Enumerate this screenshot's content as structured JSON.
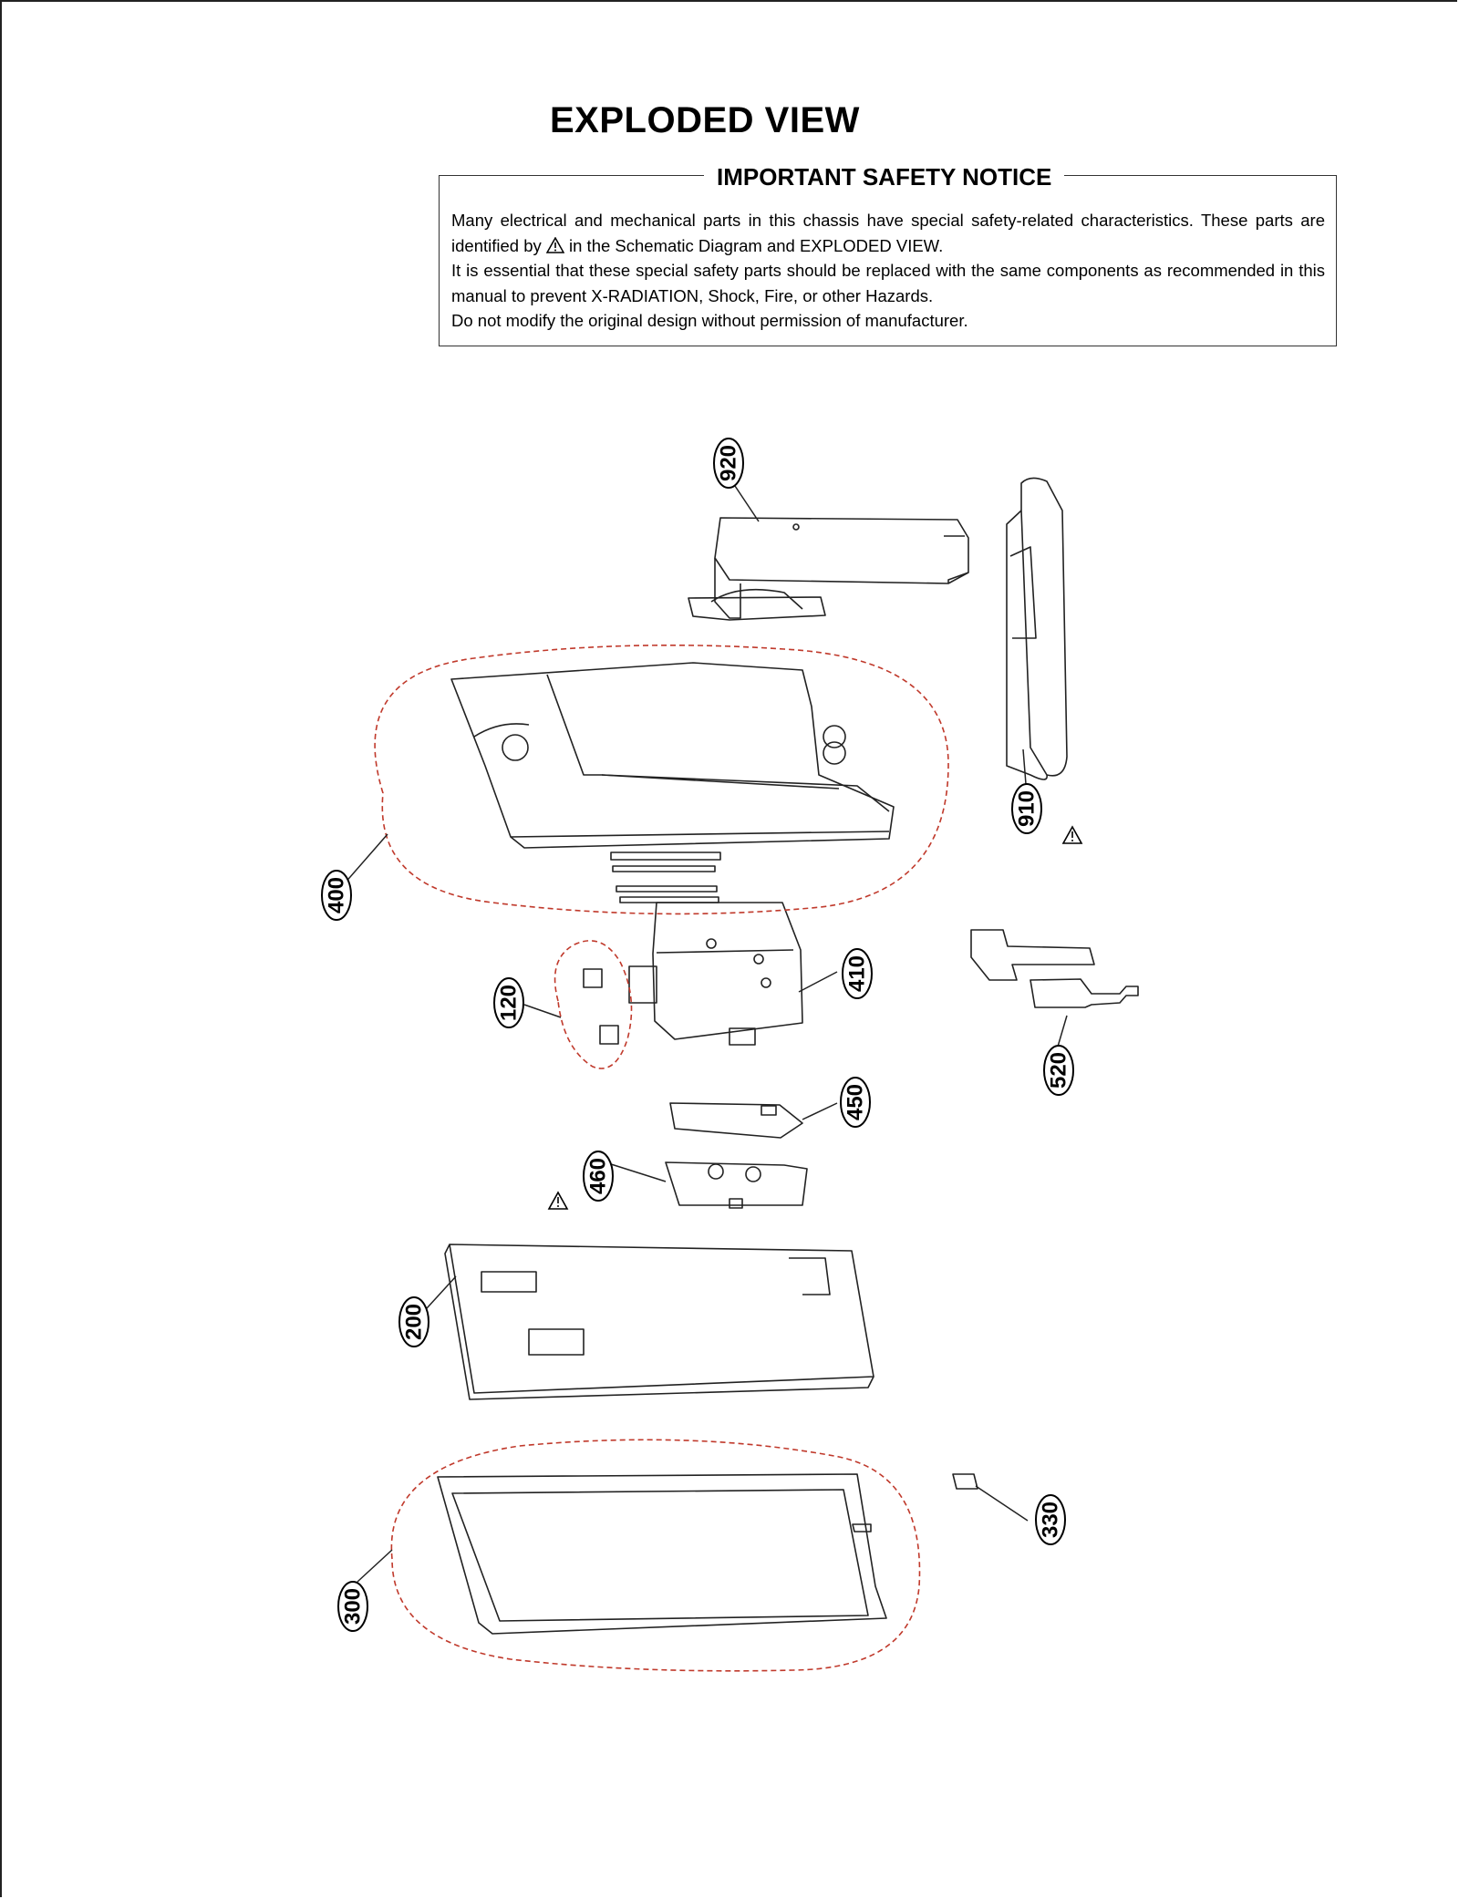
{
  "page": {
    "title": "EXPLODED VIEW"
  },
  "safety_notice": {
    "heading": "IMPORTANT SAFETY NOTICE",
    "line1a": "Many electrical and mechanical parts in this chassis have special safety-related characteristics. These parts are identified by",
    "line1b": "in the Schematic Diagram and EXPLODED VIEW.",
    "line2": "It is essential that these special safety parts should be replaced with the same components as recommended in this manual to prevent X-RADIATION, Shock, Fire, or other Hazards.",
    "line3": "Do not modify the original design without permission of manufacturer."
  },
  "parts": {
    "p920": "920",
    "p910": "910",
    "p400": "400",
    "p410": "410",
    "p120": "120",
    "p520": "520",
    "p450": "450",
    "p460": "460",
    "p200": "200",
    "p330": "330",
    "p300": "300"
  },
  "colors": {
    "dashed_outline": "#c0392b",
    "line": "#222222"
  }
}
